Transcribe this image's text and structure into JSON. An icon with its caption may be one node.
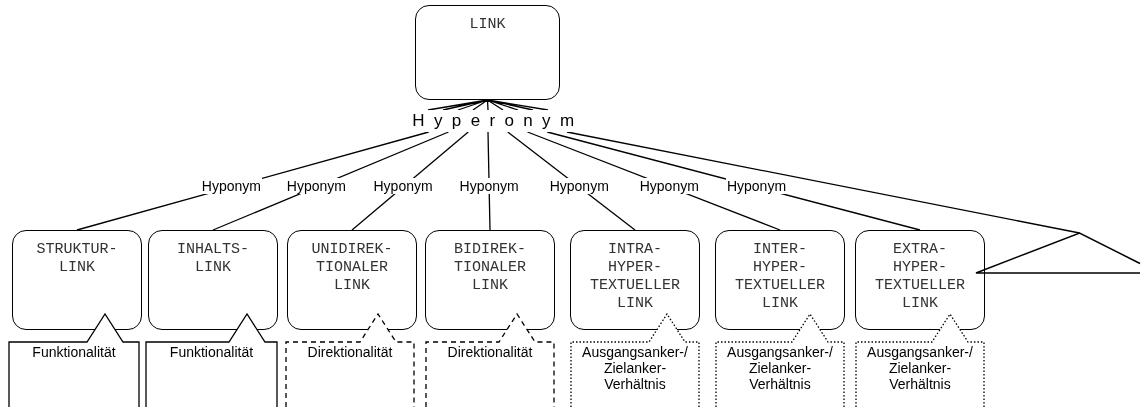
{
  "diagram": {
    "nodes": [
      {
        "text": [
          "LINK"
        ]
      },
      {
        "text": [
          "Hyperonym"
        ]
      },
      {
        "text": [
          "STRUKTUR- LINK"
        ]
      },
      {
        "text": [
          "INHALTS- LINK"
        ]
      },
      {
        "text": [
          "UNIDIREK- TIONALER LINK"
        ]
      },
      {
        "text": [
          "BIDIREK- TIONALER LINK"
        ]
      },
      {
        "text": [
          "INTRA- HYPER- TEXTUELLER LINK"
        ]
      },
      {
        "text": [
          "INTER- HYPER- TEXTUELLER LINK"
        ]
      },
      {
        "text": [
          "EXTRA- HYPER- TEXTUELLER LINK"
        ]
      },
      {
        "text": [],
        "shape": "triangle"
      },
      {
        "text": [
          "Funktionalität"
        ]
      },
      {
        "text": [
          "Funktionalität"
        ]
      },
      {
        "text": [
          "Direktionalität"
        ]
      },
      {
        "text": [
          "Direktionalität"
        ]
      },
      {
        "text": [
          "Ausgangsanker-/ Zielanker- Verhältnis"
        ]
      },
      {
        "text": [
          "Ausgangsanker-/ Zielanker- Verhältnis"
        ]
      },
      {
        "text": [
          "Ausgangsanker-/ Zielanker- Verhältnis"
        ]
      }
    ],
    "edges": [
      {
        "from": 0,
        "to": 1,
        "arrow": "none"
      },
      {
        "from": 1,
        "to": 2,
        "arrow": "none",
        "label": "Hyponym"
      },
      {
        "from": 1,
        "to": 3,
        "arrow": "none",
        "label": "Hyponym"
      },
      {
        "from": 1,
        "to": 4,
        "arrow": "none",
        "label": "Hyponym"
      },
      {
        "from": 1,
        "to": 5,
        "arrow": "none",
        "label": "Hyponym"
      },
      {
        "from": 1,
        "to": 6,
        "arrow": "none",
        "label": "Hyponym"
      },
      {
        "from": 1,
        "to": 7,
        "arrow": "none",
        "label": "Hyponym"
      },
      {
        "from": 1,
        "to": 8,
        "arrow": "none",
        "label": "Hyponym"
      },
      {
        "from": 1,
        "to": 9,
        "arrow": "none"
      }
    ]
  }
}
